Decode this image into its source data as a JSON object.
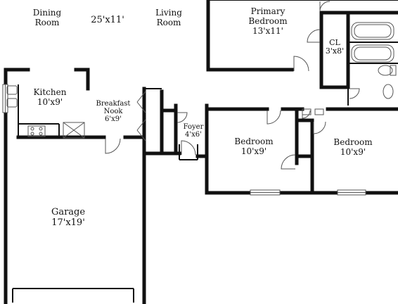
{
  "floorplan": {
    "rooms": [
      {
        "id": "dining",
        "name_lines": [
          "Dining",
          "Room"
        ],
        "dims": ""
      },
      {
        "id": "great",
        "name_lines": [],
        "dims": "25'x11'"
      },
      {
        "id": "living",
        "name_lines": [
          "Living",
          "Room"
        ],
        "dims": ""
      },
      {
        "id": "primary",
        "name_lines": [
          "Primary",
          "Bedroom"
        ],
        "dims": "13'x11'"
      },
      {
        "id": "closet",
        "name_lines": [
          "CL"
        ],
        "dims": "3'x8'"
      },
      {
        "id": "kitchen",
        "name_lines": [
          "Kitchen"
        ],
        "dims": "10'x9'"
      },
      {
        "id": "nook",
        "name_lines": [
          "Breakfast",
          "Nook"
        ],
        "dims": "6'x9'"
      },
      {
        "id": "foyer",
        "name_lines": [
          "Foyer"
        ],
        "dims": "4'x6'"
      },
      {
        "id": "bedroom2",
        "name_lines": [
          "Bedroom"
        ],
        "dims": "10'x9'"
      },
      {
        "id": "bedroom3",
        "name_lines": [
          "Bedroom"
        ],
        "dims": "10'x9'"
      },
      {
        "id": "garage",
        "name_lines": [
          "Garage"
        ],
        "dims": "17'x19'"
      }
    ],
    "colors": {
      "wall": "#111111",
      "fixture": "#555555",
      "background": "#ffffff"
    }
  }
}
